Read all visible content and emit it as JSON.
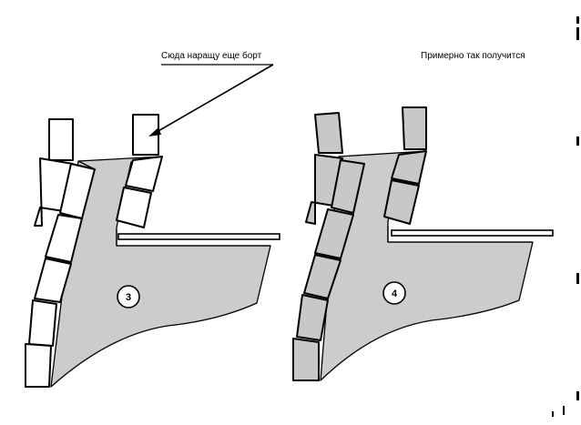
{
  "annotations": {
    "left_caption": "Сюда наращу еще борт",
    "right_caption": "Примерно так получится"
  },
  "figures": [
    {
      "id": "3",
      "number_label": "3"
    },
    {
      "id": "4",
      "number_label": "4"
    }
  ],
  "colors": {
    "hull_fill": "#cccccc",
    "left_block_fill": "#ffffff",
    "right_block_fill": "#c8c8c8",
    "outline": "#000000"
  }
}
